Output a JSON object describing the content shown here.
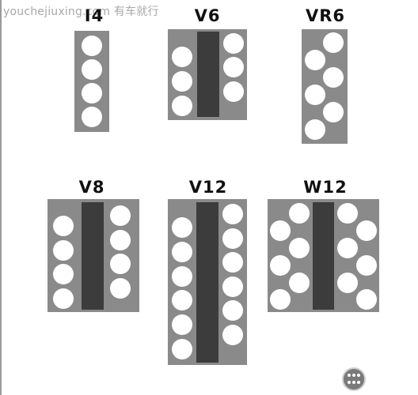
{
  "watermark": "youchejiuxing.com 有车就行",
  "layouts": [
    {
      "id": "i4",
      "label": "I4"
    },
    {
      "id": "v6",
      "label": "V6"
    },
    {
      "id": "vr6",
      "label": "VR6"
    },
    {
      "id": "v8",
      "label": "V8"
    },
    {
      "id": "v12",
      "label": "V12"
    },
    {
      "id": "w12",
      "label": "W12"
    }
  ],
  "colors": {
    "block": "#8a8a8a",
    "bank": "#3c3c3c",
    "cylinder": "#ffffff"
  },
  "icons": [
    "gear-shift-knob-icon"
  ]
}
